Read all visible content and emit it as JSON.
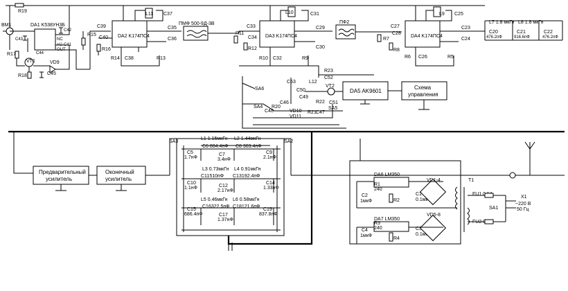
{
  "labels": {
    "r19": "R19",
    "bm1": "BM1",
    "da1": "DA1 K538УН3Б",
    "nc": "NC",
    "vcc": "+U",
    "out": "OUT",
    "c42": "C42",
    "c43": "C43",
    "c44": "C44",
    "c41": "C41",
    "r17": "R17",
    "vt1": "VT1",
    "vd9": "VD9",
    "r18": "R18",
    "c45": "C45",
    "r15": "R15",
    "r16": "R16",
    "c39": "C39",
    "c40": "C40",
    "da2": "DA2 K174ПС4",
    "l11": "L11",
    "c37": "C37",
    "c35": "C35",
    "c36": "C36",
    "c38": "C38",
    "r14": "R14",
    "r13": "R13",
    "pf1": "ПМФ 500-9Д-3В",
    "r11": "R11",
    "r12": "R12",
    "c33": "C33",
    "c34": "C34",
    "da3": "DA3 K174ПС4",
    "l10": "L10",
    "c31": "C31",
    "c29": "C29",
    "c30": "C30",
    "c32": "C32",
    "r10": "R10",
    "r9": "R9",
    "pf2": "ПФ2",
    "c27": "C27",
    "c28": "C28",
    "r7": "R7",
    "r8": "R8",
    "da4": "DA4 K174ПС4",
    "l9": "L9",
    "c25": "C25",
    "c23": "C23",
    "c24": "C24",
    "c26": "C26",
    "r6": "R6",
    "r5": "R5",
    "l7": "L7 1.8 мкГн",
    "l8": "L8 1.8 мкГн",
    "c20": "C20",
    "c20v": "476.2пФ",
    "c21": "C21",
    "c21v": "916.6пФ",
    "c22": "C22",
    "c22v": "476.2пФ",
    "r23": "R23",
    "c52": "C52",
    "c53": "C53",
    "l12": "L12",
    "c50": "C50",
    "vt2": "VT2",
    "c51": "C51",
    "c49": "C49",
    "r22": "R22",
    "sa6": "SA6",
    "sa4": "SA4",
    "sa5": "SA5",
    "c46": "C46",
    "c48": "C48",
    "r20": "R20",
    "vd10": "VD10",
    "vd11": "VD11",
    "r21": "R21",
    "c47": "C47",
    "da5": "DA5 AK9601",
    "ctrl1": "Схема",
    "ctrl2": "управления",
    "sa3": "SA3",
    "sa2": "SA2",
    "l1": "L1 1.15мкГн",
    "l2": "L2 1.44мкГн",
    "c6": "C6 804.4пФ",
    "c8": "C8 303.4пФ",
    "c5": "C5",
    "c5v": "1.7нФ",
    "c7": "C7",
    "c7v": "3.4нФ",
    "c9": "C9",
    "c9v": "2.1нФ",
    "l3": "L3 0.73мкГн",
    "l4": "L4 0.91мкГн",
    "c11": "C11510пФ",
    "c13": "C13192.4пФ",
    "c10": "C10",
    "c10v": "1.1нФ",
    "c12": "C12",
    "c12v": "2.17нФ",
    "c14": "C14",
    "c14v": "1.33нФ",
    "l5": "L5 0.46мкГн",
    "l6": "L6 0.58мкГн",
    "c16": "C16322.5пФ",
    "c18": "C18121.6пФ",
    "c15": "C15",
    "c15v": "686.4пФ",
    "c17": "C17",
    "c17v": "1.37нФ",
    "c19": "C19",
    "c19v": "837.8пФ",
    "preamp1": "Предварительный",
    "preamp2": "усилитель",
    "outamp1": "Оконечный",
    "outamp2": "усилитель",
    "da6": "DA6 LM350",
    "r1": "R1",
    "r1v": "240",
    "c2": "C2",
    "c2v": "1мкФ",
    "r2": "R2",
    "c1": "C1",
    "c1v": "0.1мкФ",
    "vd1": "VD1-4",
    "t1": "T1",
    "fu1": "FU1 0.5A",
    "sa1": "SA1",
    "x1": "X1",
    "mains1": "~220 В",
    "mains2": "50 Гц",
    "fu2": "FU2 0.5A",
    "da7": "DA7 LM350",
    "r3": "R3",
    "r3v": "240",
    "c4": "C4",
    "c4v": "1мкФ",
    "r4": "R4",
    "c3": "C3",
    "c3v": "0.1мкФ",
    "vd5": "VD5-8"
  }
}
